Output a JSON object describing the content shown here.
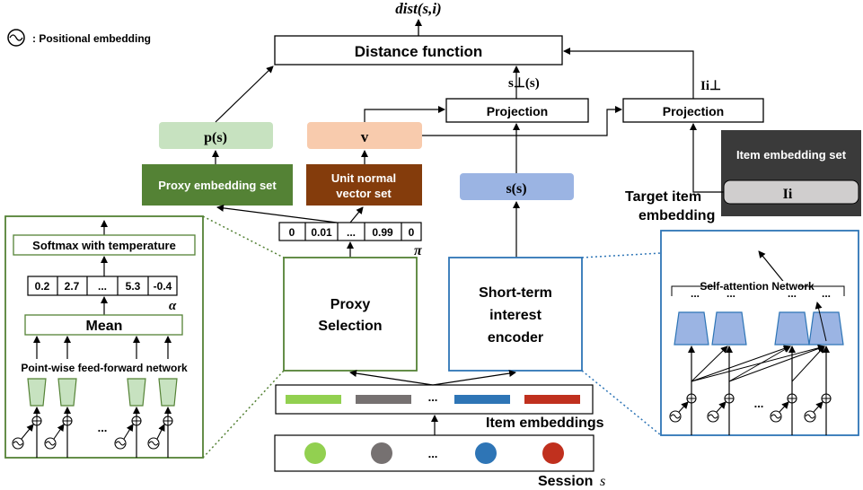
{
  "legend": {
    "icon": "positional-embedding-icon",
    "text": ": Positional embedding"
  },
  "top": {
    "dist_label": "dist(s,i)",
    "distance_function": "Distance function",
    "s_perp": "s⊥(s)",
    "i_perp": "Ii⊥"
  },
  "middle": {
    "projection_left": "Projection",
    "projection_right": "Projection",
    "p_s": "p(s)",
    "v": "v",
    "s_s": "s(s)",
    "proxy_embedding_set": "Proxy embedding set",
    "unit_normal_line1": "Unit normal",
    "unit_normal_line2": "vector set",
    "item_embedding_set": "Item embedding set",
    "I_i": "Ii",
    "target_item_line1": "Target item",
    "target_item_line2": "embedding",
    "pi_values": [
      "0",
      "0.01",
      "...",
      "0.99",
      "0"
    ],
    "pi_label": "π",
    "proxy_selection_line1": "Proxy",
    "proxy_selection_line2": "Selection",
    "sti_line1": "Short-term",
    "sti_line2": "interest",
    "sti_line3": "encoder",
    "item_embeddings": "Item embeddings",
    "session": "Session",
    "session_var": "s",
    "ellipsis": "..."
  },
  "left_detail": {
    "softmax": "Softmax with temperature",
    "alpha_values": [
      "0.2",
      "2.7",
      "...",
      "5.3",
      "-0.4"
    ],
    "alpha_label": "α",
    "mean": "Mean",
    "ffn": "Point-wise feed-forward network",
    "ellipsis": "..."
  },
  "right_detail": {
    "self_attention": "Self-attention Network",
    "ellipsis": "..."
  },
  "colors": {
    "green_light": "#c7e2c0",
    "green_dark": "#548235",
    "peach": "#f8cbad",
    "brown": "#843c0c",
    "blue_light": "#9bb4e3",
    "blue_border": "#2e75b6",
    "dark_panel": "#3a3a3a",
    "bar_green": "#92d050",
    "bar_gray": "#767171",
    "bar_blue": "#2e75b6",
    "bar_red": "#c0301e"
  }
}
